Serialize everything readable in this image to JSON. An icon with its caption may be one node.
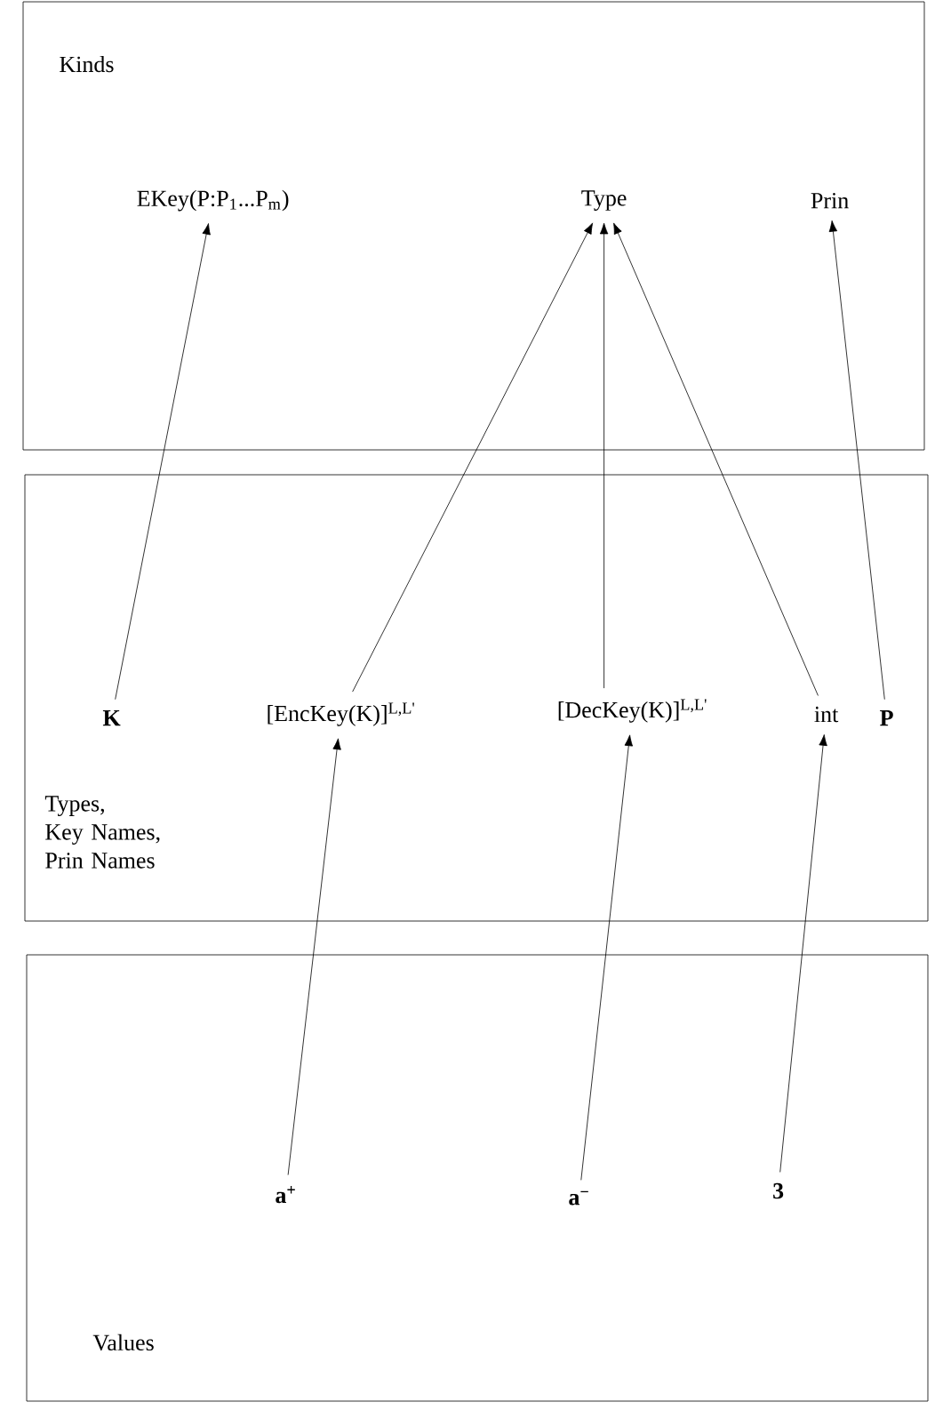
{
  "diagram": {
    "nodes": [
      {
        "text": [
          "Kinds"
        ]
      },
      {
        "text": [
          "EKey(P:P$_{1}$...P$_{m}$)"
        ],
        "in": 0
      },
      {
        "text": [
          "Type"
        ],
        "in": 0
      },
      {
        "text": [
          "Prin"
        ],
        "in": 0
      },
      {
        "text": [
          "Types, Key Names, Prin Names"
        ]
      },
      {
        "text": [
          "K"
        ],
        "in": 4
      },
      {
        "text": [
          "[EncKey(K)]$^{L,L'}$"
        ],
        "in": 4
      },
      {
        "text": [
          "[DecKey(K)]$^{L,L'}$"
        ],
        "in": 4
      },
      {
        "text": [
          "int"
        ],
        "in": 4
      },
      {
        "text": [
          "P"
        ],
        "in": 4
      },
      {
        "text": [
          "Values"
        ]
      },
      {
        "text": [
          "a$^{+}$"
        ],
        "in": 10
      },
      {
        "text": [
          "a$^{−}$"
        ],
        "in": 10
      },
      {
        "text": [
          "3"
        ],
        "in": 10
      }
    ],
    "edges": [
      {
        "from": 5,
        "to": 1,
        "arrow": "to"
      },
      {
        "from": 6,
        "to": 2,
        "arrow": "to"
      },
      {
        "from": 7,
        "to": 2,
        "arrow": "to"
      },
      {
        "from": 8,
        "to": 2,
        "arrow": "to"
      },
      {
        "from": 9,
        "to": 3,
        "arrow": "to"
      },
      {
        "from": 11,
        "to": 6,
        "arrow": "to"
      },
      {
        "from": 12,
        "to": 7,
        "arrow": "to"
      },
      {
        "from": 13,
        "to": 8,
        "arrow": "to"
      }
    ]
  }
}
